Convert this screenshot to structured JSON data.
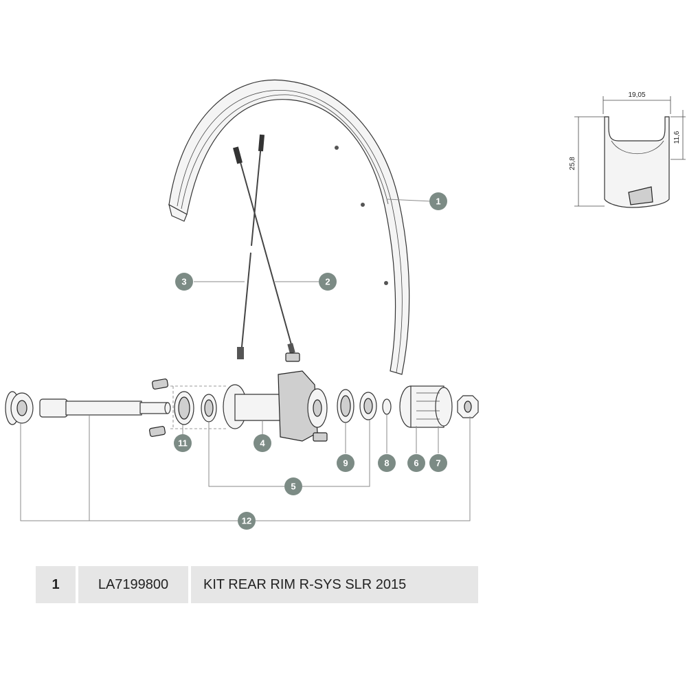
{
  "profile": {
    "width_label": "19,05",
    "height_label": "25,8",
    "depth_label": "11,6"
  },
  "callouts": [
    {
      "id": "c1",
      "label": "1"
    },
    {
      "id": "c2",
      "label": "2"
    },
    {
      "id": "c3",
      "label": "3"
    },
    {
      "id": "c4",
      "label": "4"
    },
    {
      "id": "c5",
      "label": "5"
    },
    {
      "id": "c6",
      "label": "6"
    },
    {
      "id": "c7",
      "label": "7"
    },
    {
      "id": "c8",
      "label": "8"
    },
    {
      "id": "c9",
      "label": "9"
    },
    {
      "id": "c11",
      "label": "11"
    },
    {
      "id": "c12",
      "label": "12"
    }
  ],
  "parts_table": [
    {
      "number": "1",
      "reference": "LA7199800",
      "description": "KIT REAR RIM R-SYS SLR 2015"
    }
  ],
  "colors": {
    "callout_fill": "#7c8b85",
    "table_bg": "#e6e6e6"
  }
}
